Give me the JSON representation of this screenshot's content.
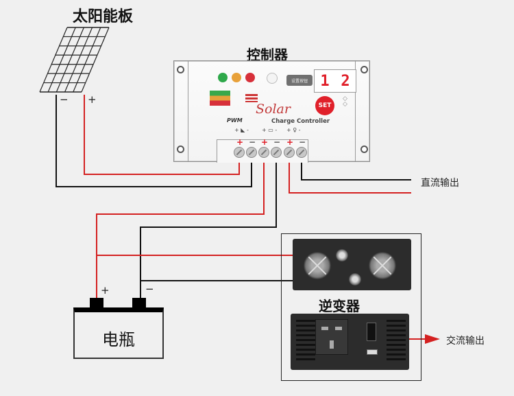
{
  "diagram": {
    "title": "Solar PWM controller wiring diagram",
    "solar_panel": {
      "label": "太阳能板",
      "negative_sign": "−",
      "positive_sign": "+",
      "grid_rows": 7,
      "grid_cols": 5
    },
    "controller": {
      "label": "控制器",
      "brand_text": "Solar",
      "mode_text": "PWM",
      "product_text": "Charge Controller",
      "display_digits": [
        "1",
        "2"
      ],
      "set_button_label": "SET",
      "tooltip_bubble": "设置按钮",
      "status_leds": [
        {
          "name": "green",
          "color": "#2ea84a"
        },
        {
          "name": "orange",
          "color": "#e8a13a"
        },
        {
          "name": "red",
          "color": "#d7303a"
        },
        {
          "name": "off",
          "color": "#f4f4f4"
        }
      ],
      "terminal_groups": [
        {
          "device": "solar-panel",
          "symbol_plus": "+",
          "symbol_minus": "-"
        },
        {
          "device": "battery",
          "symbol_plus": "+",
          "symbol_minus": "-"
        },
        {
          "device": "load",
          "symbol_plus": "+",
          "symbol_minus": "-"
        }
      ],
      "terminal_signs": [
        "+",
        "−",
        "+",
        "−",
        "+",
        "−"
      ]
    },
    "dc_output": {
      "label": "直流输出"
    },
    "battery": {
      "label": "电瓶",
      "positive_sign": "+",
      "negative_sign": "−"
    },
    "inverter": {
      "label": "逆变器",
      "output_label": "交流输出"
    },
    "colors": {
      "positive_wire": "#d42020",
      "negative_wire": "#111111",
      "background": "#f0f0f0",
      "accent_red": "#e0202a"
    }
  }
}
